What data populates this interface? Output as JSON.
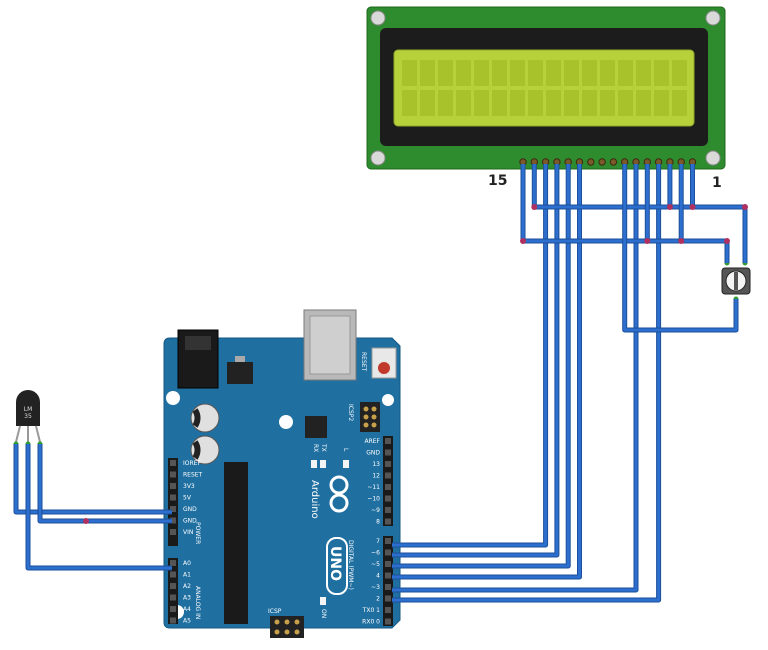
{
  "lcd": {
    "pin_label_left": "15",
    "pin_label_right": "1"
  },
  "sensor": {
    "label_line1": "LM",
    "label_line2": "35"
  },
  "arduino": {
    "brand": "Arduino",
    "model": "UNO",
    "reset_label": "RESET",
    "icsp2_label": "ICSP2",
    "icsp_label": "ICSP",
    "tx_label": "TX",
    "rx_label": "RX",
    "l_label": "L",
    "on_label": "ON",
    "power_label": "POWER",
    "analog_label": "ANALOG IN",
    "digital_label": "DIGITAL (PWM~)",
    "power_pins": [
      "IOREF",
      "RESET",
      "3V3",
      "5V",
      "GND",
      "GND",
      "VIN"
    ],
    "analog_pins": [
      "A0",
      "A1",
      "A2",
      "A3",
      "A4",
      "A5"
    ],
    "digital_pins_top": [
      "AREF",
      "GND",
      "13",
      "12",
      "~11",
      "~10",
      "~9",
      "8"
    ],
    "digital_pins_bottom": [
      "7",
      "~6",
      "~5",
      "4",
      "~3",
      "2",
      "TX0 1",
      "RX0 0"
    ]
  },
  "colors": {
    "board": "#1f6fa1",
    "wire": "#2d6fce",
    "lcd_pcb": "#2e8b2e",
    "lcd_screen": "#b7d13a"
  }
}
